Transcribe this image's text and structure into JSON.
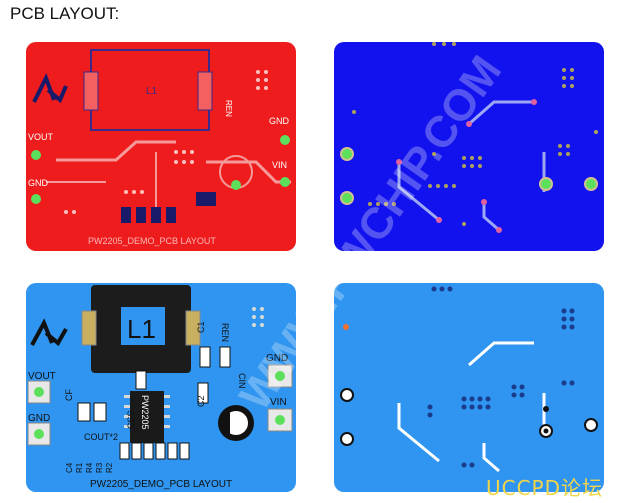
{
  "heading": "PCB LAYOUT:",
  "watermark_text": "WWW.PWCHIP.COM",
  "footer_watermark": "UCCPD论坛",
  "colors": {
    "top_copper": "#ee1c1c",
    "bottom_copper": "#1212ee",
    "top_assembly": "#2f95f0",
    "bottom_assembly": "#2f95f0",
    "pad_green": "#5ce05c",
    "trace_light": "#f5a0a0"
  },
  "top_copper_panel": {
    "inductor_label": "L1",
    "labels": {
      "vout": "VOUT",
      "gnd_left": "GND",
      "gnd_right": "GND",
      "vin": "VIN",
      "ren": "REN"
    },
    "board_title": "PW2205_DEMO_PCB LAYOUT"
  },
  "top_assembly_panel": {
    "inductor_label": "L1",
    "chip_label": "PW2205",
    "labels": {
      "vout": "VOUT",
      "gnd_left": "GND",
      "gnd_right": "GND",
      "vin": "VIN",
      "ren": "REN",
      "c1": "C1",
      "c2": "C2",
      "cin": "CIN",
      "css": "CSS",
      "cf": "CF",
      "cout": "COUT*2",
      "c4": "C4",
      "r1": "R1",
      "r4": "R4",
      "r3": "R3",
      "r2": "R2"
    },
    "board_title": "PW2205_DEMO_PCB LAYOUT"
  }
}
